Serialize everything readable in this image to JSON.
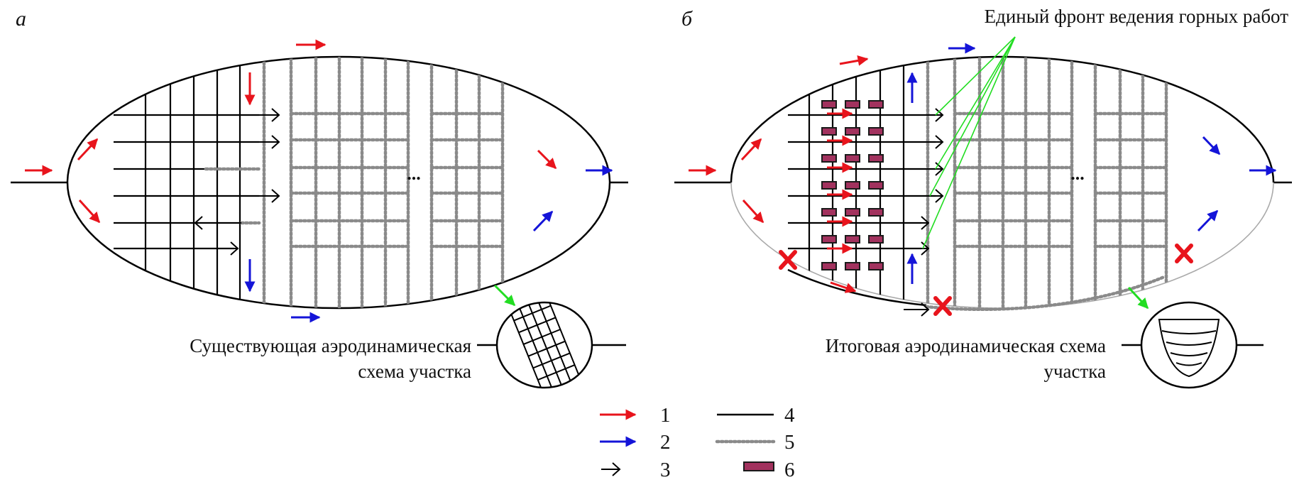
{
  "panel_a": {
    "letter": "а",
    "caption_line1": "Существующая аэродинамическая",
    "caption_line2": "схема участка",
    "ellipsis": "..."
  },
  "panel_b": {
    "letter": "б",
    "caption_line1": "Итоговая аэродинамическая схема",
    "caption_line2": "участка",
    "ellipsis": "...",
    "front_label": "Единый фронт ведения горных работ"
  },
  "legend": {
    "items": [
      {
        "num": "1",
        "symbol": "red-arrow"
      },
      {
        "num": "2",
        "symbol": "blue-arrow"
      },
      {
        "num": "3",
        "symbol": "open-arrow"
      },
      {
        "num": "4",
        "symbol": "solid-line"
      },
      {
        "num": "5",
        "symbol": "dotted-line"
      },
      {
        "num": "6",
        "symbol": "pillar-block"
      }
    ]
  },
  "colors": {
    "intake": "#e8141c",
    "exhaust": "#1414d8",
    "goaf": "#22dd22",
    "lines": "#000000",
    "dotted": "#8a8a8a",
    "pillar": "#a2325e",
    "cross": "#e8141c"
  }
}
